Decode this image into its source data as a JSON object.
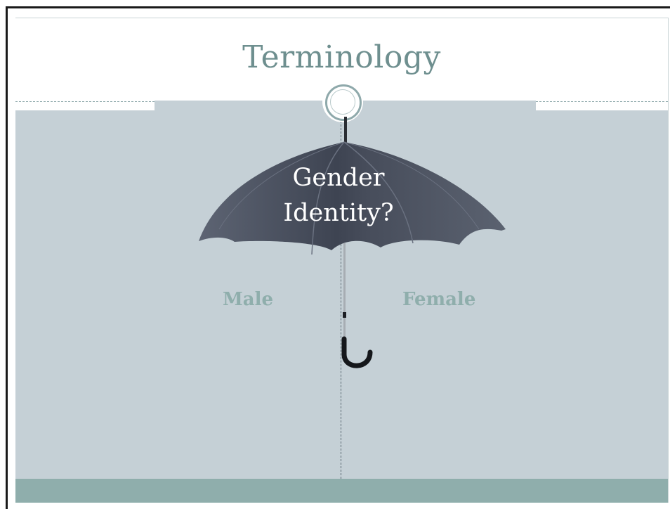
{
  "slide": {
    "title": "Terminology",
    "umbrella_label": "Gender Identity?",
    "left_label": "Male",
    "right_label": "Female"
  },
  "colors": {
    "title": "#6e8f8f",
    "content_background": "#c5d0d6",
    "footer_bar": "#8faeac",
    "side_labels": "#8faeac",
    "umbrella_canopy": "#4f5664"
  },
  "icons": {
    "ring": "circle-ring-icon",
    "umbrella": "umbrella-image"
  }
}
